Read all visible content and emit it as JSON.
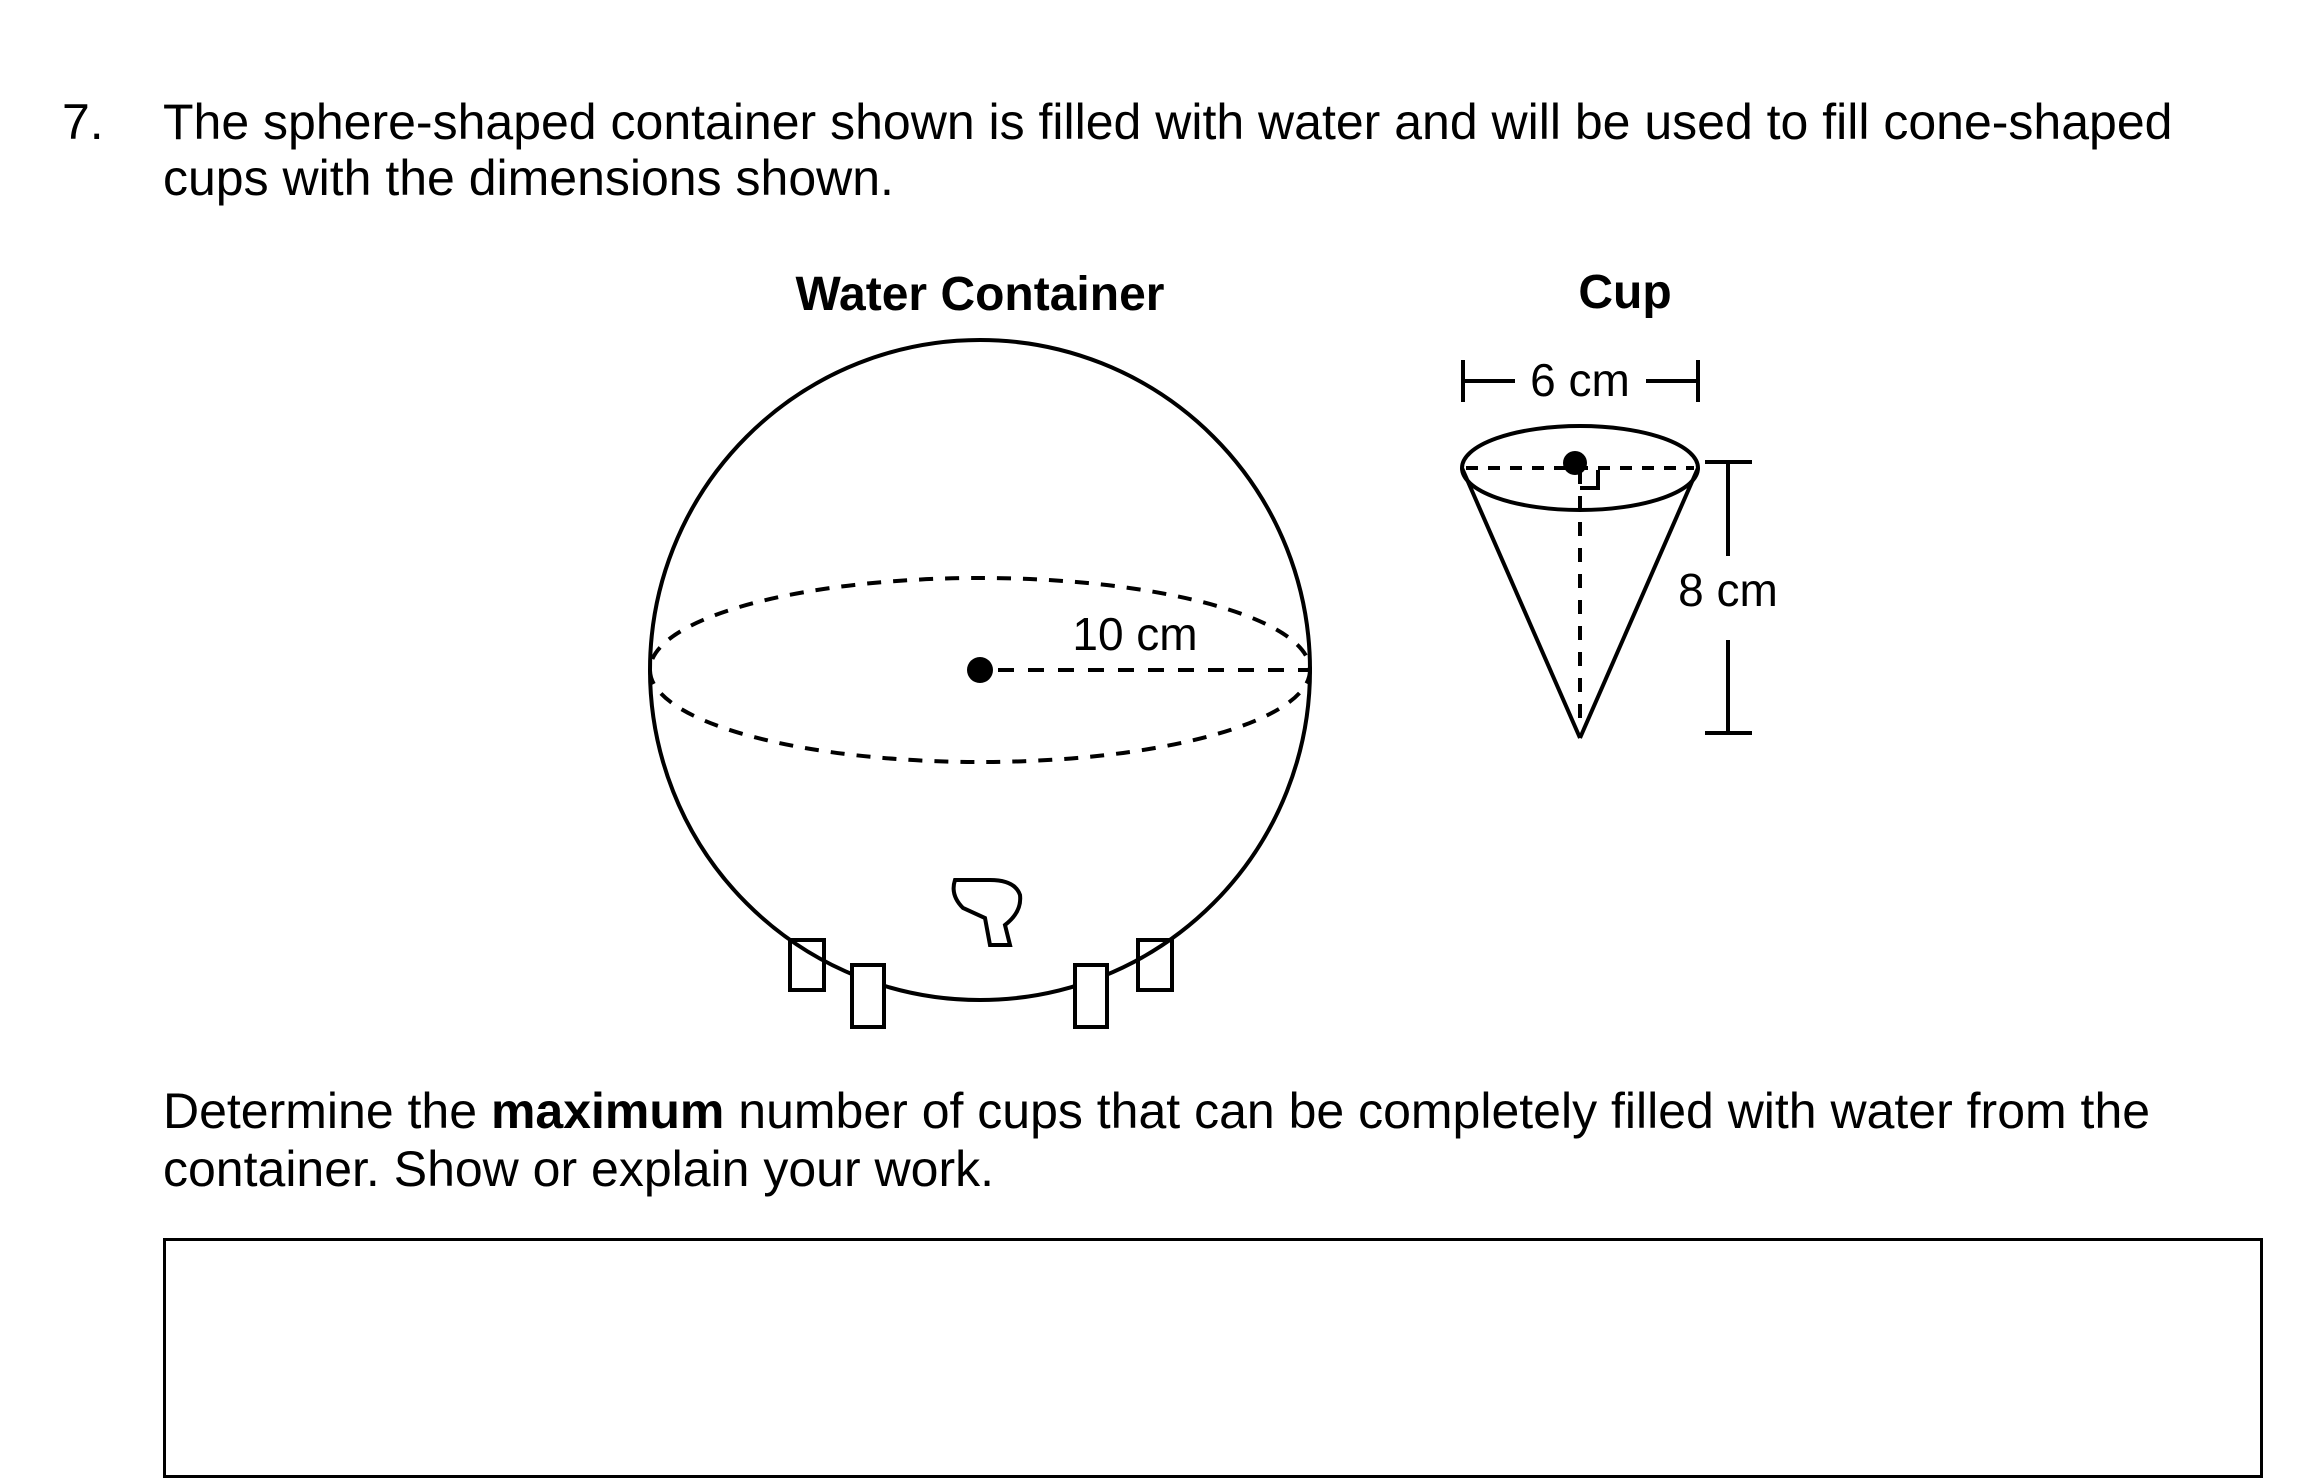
{
  "question": {
    "number": "7.",
    "stem": "The sphere-shaped container shown is filled with water and will be used to fill cone-shaped cups with the dimensions shown.",
    "prompt_before": "Determine the ",
    "prompt_bold": "maximum",
    "prompt_after": " number of cups that can be completely filled with water from the container. Show or explain your work."
  },
  "figures": {
    "container": {
      "title": "Water Container",
      "radius_label": "10 cm"
    },
    "cup": {
      "title": "Cup",
      "diameter_label": "6 cm",
      "height_label": "8 cm"
    }
  }
}
